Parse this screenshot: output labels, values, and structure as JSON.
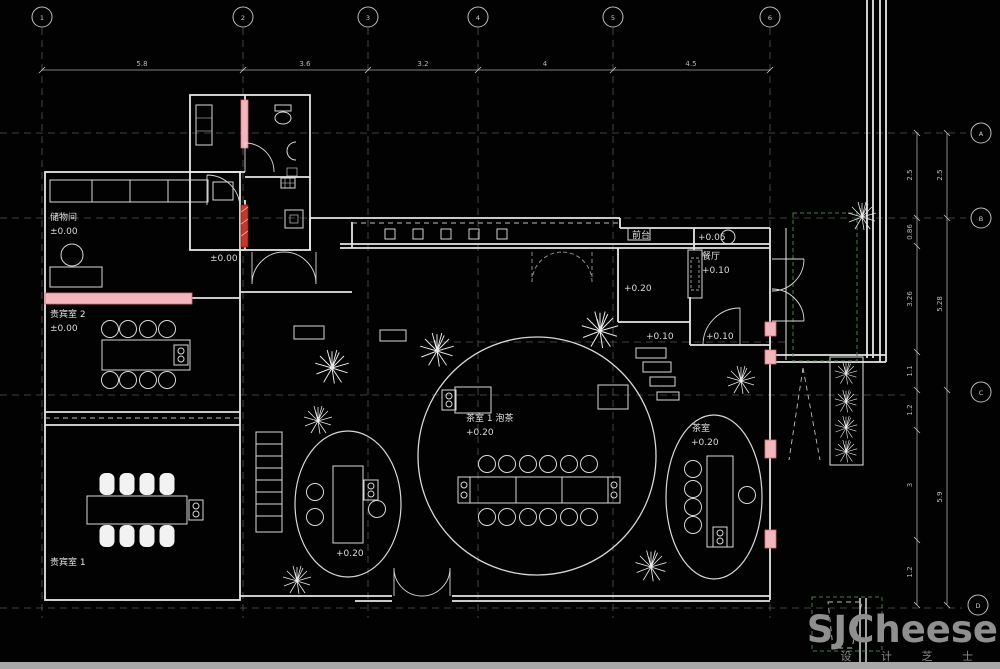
{
  "grid": {
    "top_bubbles": [
      "1",
      "2",
      "3",
      "4",
      "5",
      "6"
    ],
    "top_dims": [
      "5.8",
      "3.6",
      "3.2",
      "4",
      "4.5"
    ],
    "right_bubbles": [
      "A",
      "B",
      "C",
      "D"
    ],
    "right_inner_dims": [
      "2.5",
      "0.86",
      "3.26",
      "1.1",
      "1.2",
      "3",
      "1.2"
    ],
    "right_outer_dims": [
      "2.5",
      "5.28",
      "5.9"
    ]
  },
  "rooms": {
    "storage": {
      "name": "储物间",
      "level": "±0.00"
    },
    "vip2": {
      "name": "贵宾室 2",
      "level": "±0.00"
    },
    "vip1": {
      "name": "贵宾室 1"
    },
    "corridor": {
      "level": "±0.00"
    },
    "hall": {
      "level": "+0.20"
    },
    "tea1": {
      "name": "茶室 1 泡茶",
      "level": "+0.20"
    },
    "tea_oval_left": {
      "level": "+0.20"
    },
    "tea2": {
      "name": "茶室",
      "level": "+0.20"
    },
    "reception": {
      "name": "前台",
      "level": "+0.05"
    },
    "dining": {
      "name": "餐厅",
      "level": "+0.10"
    },
    "step_a": {
      "level": "+0.10"
    },
    "step_b": {
      "level": "+0.10"
    }
  },
  "colors": {
    "wall": "#e6e6e6",
    "grid": "#5a5a5a",
    "pink_highlight": "#f3b6bc",
    "red_wall": "#c0392b",
    "green_dashed": "#4f7a4f"
  },
  "watermark": {
    "brand": "SJCheese",
    "caption": "设 计 芝 士"
  }
}
